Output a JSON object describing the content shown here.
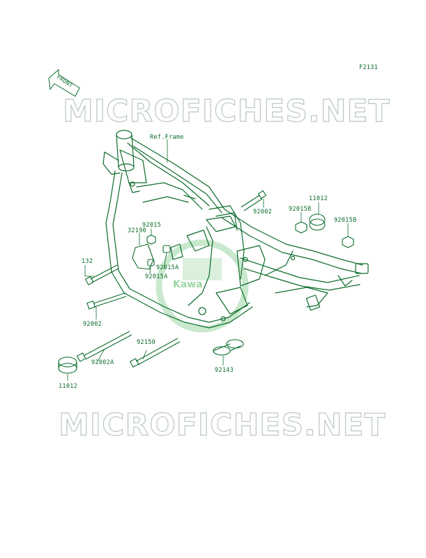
{
  "diagram": {
    "code": "F2131",
    "front_label": "FRONT",
    "frame_label": "Ref.Frame",
    "watermark": "MICROFICHES.NET",
    "logo_text": "Kawa",
    "colors": {
      "line": "#0b6b2a",
      "watermark": "#b9c8bd",
      "logo": "#9ed6a6"
    },
    "parts": [
      {
        "id": "p1",
        "number": "92002"
      },
      {
        "id": "p2",
        "number": "11012"
      },
      {
        "id": "p3",
        "number": "92015B"
      },
      {
        "id": "p4",
        "number": "92015B"
      },
      {
        "id": "p5",
        "number": "92015"
      },
      {
        "id": "p6",
        "number": "32190"
      },
      {
        "id": "p7",
        "number": "132"
      },
      {
        "id": "p8",
        "number": "92015A"
      },
      {
        "id": "p9",
        "number": "92015A"
      },
      {
        "id": "p10",
        "number": "92002"
      },
      {
        "id": "p11",
        "number": "92150"
      },
      {
        "id": "p12",
        "number": "92002A"
      },
      {
        "id": "p13",
        "number": "92143"
      },
      {
        "id": "p14",
        "number": "11012"
      }
    ]
  }
}
